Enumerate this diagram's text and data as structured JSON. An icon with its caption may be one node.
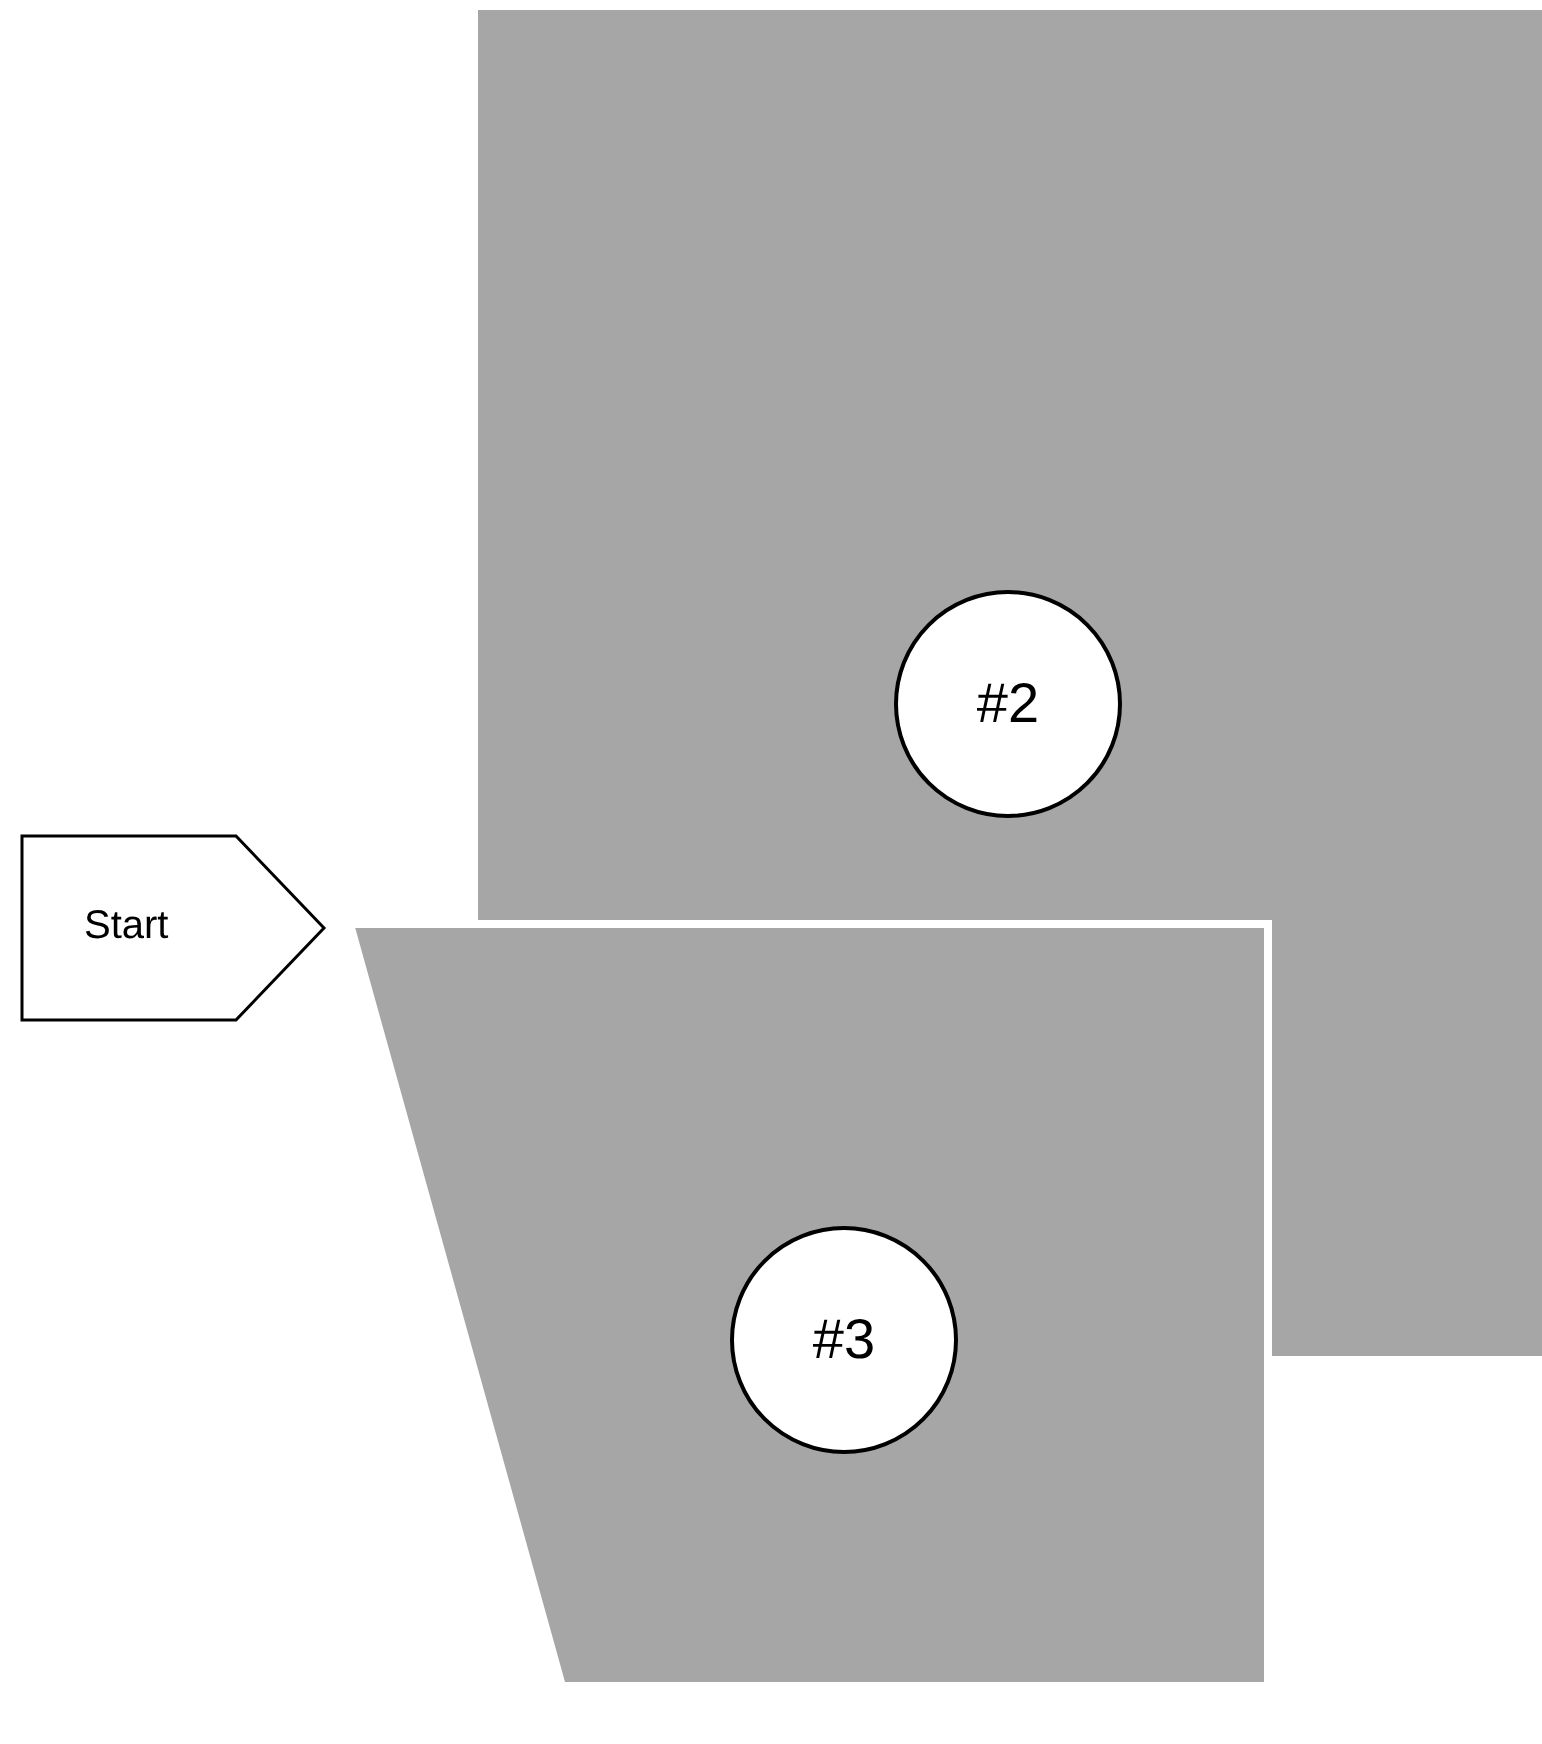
{
  "diagram": {
    "nodes": [
      {
        "text": [],
        "shape": "box"
      },
      {
        "text": [
          "#2"
        ],
        "in": 0
      },
      {
        "text": [
          "Start"
        ]
      },
      {
        "text": [],
        "shape": "trapezoid"
      },
      {
        "text": [
          "#3"
        ],
        "in": 3
      }
    ]
  }
}
